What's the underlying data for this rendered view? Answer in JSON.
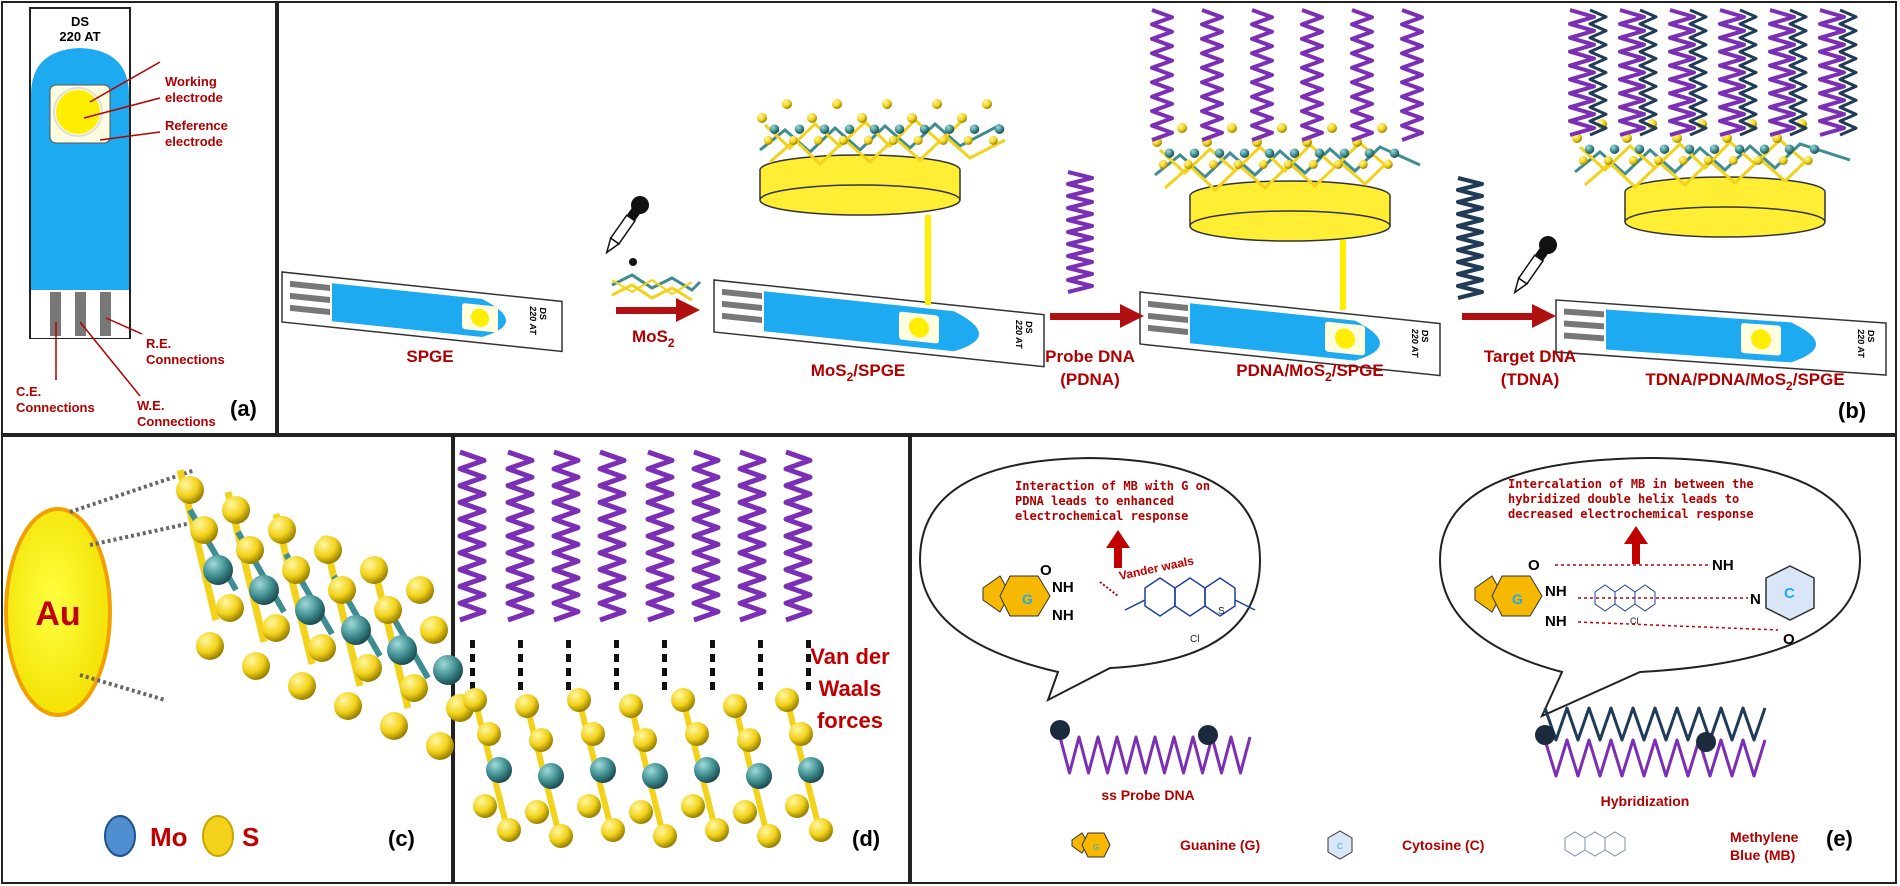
{
  "panel_a": {
    "device_text_1": "DS",
    "device_text_2": "220 AT",
    "working_1": "Working",
    "working_2": "electrode",
    "reference_1": "Reference",
    "reference_2": "electrode",
    "re_1": "R.E.",
    "re_2": "Connections",
    "ce_1": "C.E.",
    "ce_2": "Connections",
    "we_1": "W.E.",
    "we_2": "Connections",
    "tag": "(a)"
  },
  "panel_b": {
    "spge": "SPGE",
    "mos2_label": "MoS",
    "mos2_spge_label": "MoS",
    "mos2_spge_suffix": "/SPGE",
    "probe_1": "Probe DNA",
    "probe_2": "(PDNA)",
    "pdna_prefix": "PDNA/MoS",
    "pdna_suffix": "/SPGE",
    "target_1": "Target DNA",
    "target_2": "(TDNA)",
    "tdna_prefix": "TDNA/PDNA/MoS",
    "tdna_suffix": "/SPGE",
    "sub2": "2",
    "strip_text_1": "DS",
    "strip_text_2": "220 AT",
    "tag": "(b)"
  },
  "panel_c": {
    "au": "Au",
    "mo": "Mo",
    "s": "S",
    "tag": "(c)"
  },
  "panel_d": {
    "vdw_1": "Van der",
    "vdw_2": "Waals",
    "vdw_3": "forces",
    "tag": "(d)"
  },
  "panel_e": {
    "left_note_1": "Interaction of MB with G on",
    "left_note_2": "PDNA leads to enhanced",
    "left_note_3": "electrochemical response",
    "right_note_1": "Intercalation of MB in between the",
    "right_note_2": "hybridized double helix leads to",
    "right_note_3": "decreased electrochemical response",
    "vander": "Vander waals",
    "ss_probe": "ss Probe DNA",
    "hybridization": "Hybridization",
    "guanine": "Guanine (G)",
    "cytosine": "Cytosine (C)",
    "mb_1": "Methylene",
    "mb_2": "Blue (MB)",
    "g": "G",
    "c": "C",
    "nh": "NH",
    "nh2": "NH",
    "n": "N",
    "o": "O",
    "cl": "Cl",
    "s_plus": "S",
    "tag": "(e)"
  },
  "colors": {
    "dna": "#7b2fb5",
    "target_dna": "#1f3b57",
    "mo_atom": "#3f8d90",
    "s_atom": "#f2d21a",
    "electrode_blue": "#1eaaf0",
    "label_red": "#b00000",
    "arrow_red": "#b01010"
  }
}
